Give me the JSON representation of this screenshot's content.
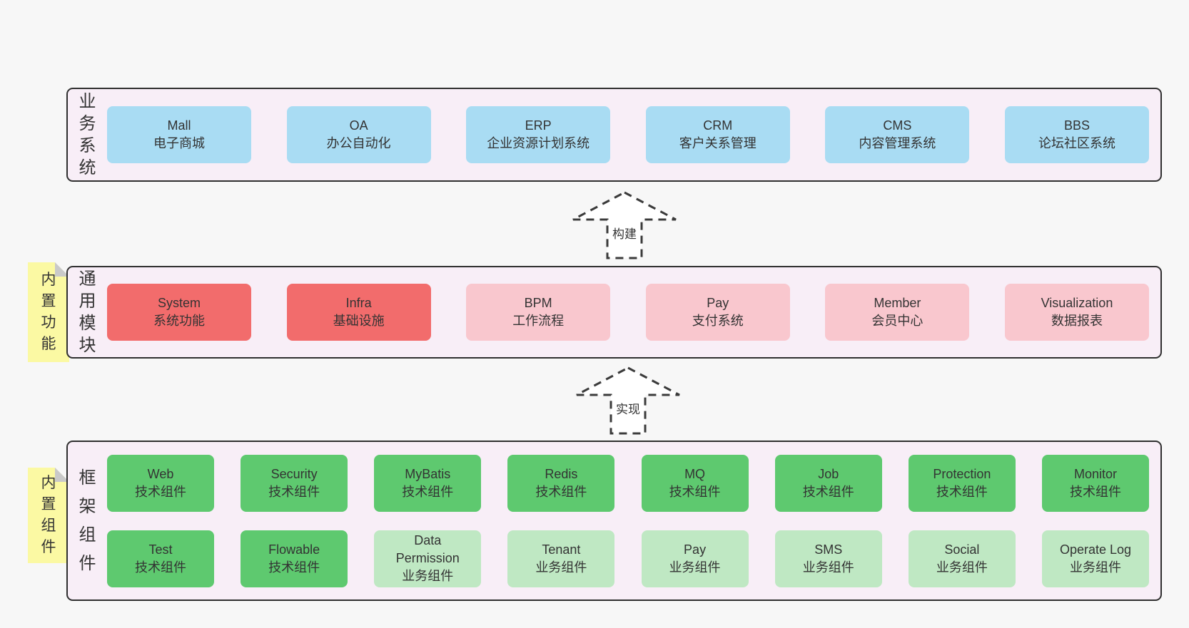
{
  "page": {
    "background": "#f7f7f7"
  },
  "colors": {
    "band_bg": "#f8eef7",
    "band_border": "#2f2f2f",
    "blue": "#a9dcf3",
    "red": "#f26c6c",
    "pink": "#f9c7ce",
    "green": "#5ec96f",
    "green_light": "#bfe8c3",
    "sticky_yellow": "#fbf9a3",
    "sticky_fold": "#c9c9c9",
    "text": "#333333"
  },
  "arrows": [
    {
      "label": "构建"
    },
    {
      "label": "实现"
    }
  ],
  "bands": [
    {
      "label": "业务系统",
      "boxes": [
        {
          "en": "Mall",
          "zh": "电子商城",
          "variant": "blue"
        },
        {
          "en": "OA",
          "zh": "办公自动化",
          "variant": "blue"
        },
        {
          "en": "ERP",
          "zh": "企业资源计划系统",
          "variant": "blue"
        },
        {
          "en": "CRM",
          "zh": "客户关系管理",
          "variant": "blue"
        },
        {
          "en": "CMS",
          "zh": "内容管理系统",
          "variant": "blue"
        },
        {
          "en": "BBS",
          "zh": "论坛社区系统",
          "variant": "blue"
        }
      ]
    },
    {
      "label": "通用模块",
      "sticky": "内置功能",
      "boxes": [
        {
          "en": "System",
          "zh": "系统功能",
          "variant": "red"
        },
        {
          "en": "Infra",
          "zh": "基础设施",
          "variant": "red"
        },
        {
          "en": "BPM",
          "zh": "工作流程",
          "variant": "pink"
        },
        {
          "en": "Pay",
          "zh": "支付系统",
          "variant": "pink"
        },
        {
          "en": "Member",
          "zh": "会员中心",
          "variant": "pink"
        },
        {
          "en": "Visualization",
          "zh": "数据报表",
          "variant": "pink"
        }
      ]
    },
    {
      "label": "框架组件",
      "sticky": "内置组件",
      "rows": [
        [
          {
            "en": "Web",
            "zh": "技术组件",
            "variant": "green"
          },
          {
            "en": "Security",
            "zh": "技术组件",
            "variant": "green"
          },
          {
            "en": "MyBatis",
            "zh": "技术组件",
            "variant": "green"
          },
          {
            "en": "Redis",
            "zh": "技术组件",
            "variant": "green"
          },
          {
            "en": "MQ",
            "zh": "技术组件",
            "variant": "green"
          },
          {
            "en": "Job",
            "zh": "技术组件",
            "variant": "green"
          },
          {
            "en": "Protection",
            "zh": "技术组件",
            "variant": "green"
          },
          {
            "en": "Monitor",
            "zh": "技术组件",
            "variant": "green"
          }
        ],
        [
          {
            "en": "Test",
            "zh": "技术组件",
            "variant": "green"
          },
          {
            "en": "Flowable",
            "zh": "技术组件",
            "variant": "green"
          },
          {
            "en": "Data Permission",
            "zh": "业务组件",
            "variant": "green_light"
          },
          {
            "en": "Tenant",
            "zh": "业务组件",
            "variant": "green_light"
          },
          {
            "en": "Pay",
            "zh": "业务组件",
            "variant": "green_light"
          },
          {
            "en": "SMS",
            "zh": "业务组件",
            "variant": "green_light"
          },
          {
            "en": "Social",
            "zh": "业务组件",
            "variant": "green_light"
          },
          {
            "en": "Operate Log",
            "zh": "业务组件",
            "variant": "green_light"
          }
        ]
      ]
    }
  ]
}
